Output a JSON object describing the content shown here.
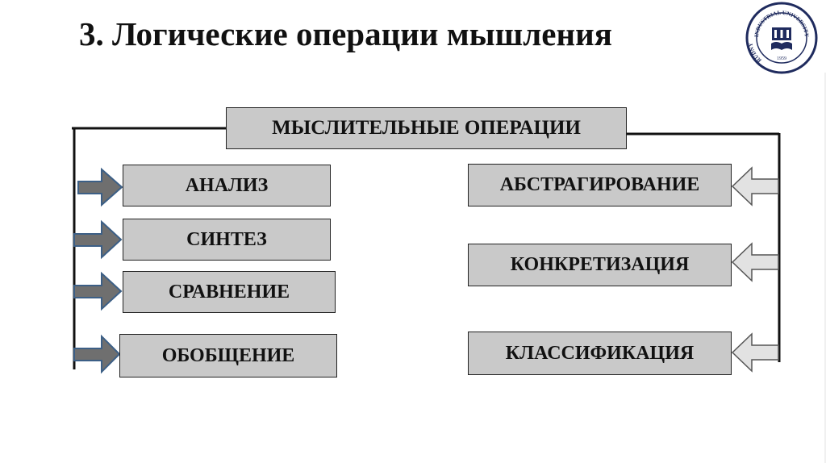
{
  "title": "3. Логические операции мышления",
  "root": "МЫСЛИТЕЛЬНЫЕ ОПЕРАЦИИ",
  "left_items": [
    "АНАЛИЗ",
    "СИНТЕЗ",
    "СРАВНЕНИЕ",
    "ОБОБЩЕНИЕ"
  ],
  "right_items": [
    "АБСТРАГИРОВАНИЕ",
    "КОНКРЕТИЗАЦИЯ",
    "КЛАССИФИКАЦИЯ"
  ],
  "logo": {
    "top_text": "INDUSTRIAL UNIVERSITY",
    "left_text": "RUDNY",
    "year": "1959",
    "color": "#1f2b5e"
  },
  "colors": {
    "box_fill": "#c9c9c9",
    "left_arrow": "#6f6f6f",
    "left_arrow_outline": "#3c5f86",
    "right_arrow": "#e2e2e2"
  }
}
